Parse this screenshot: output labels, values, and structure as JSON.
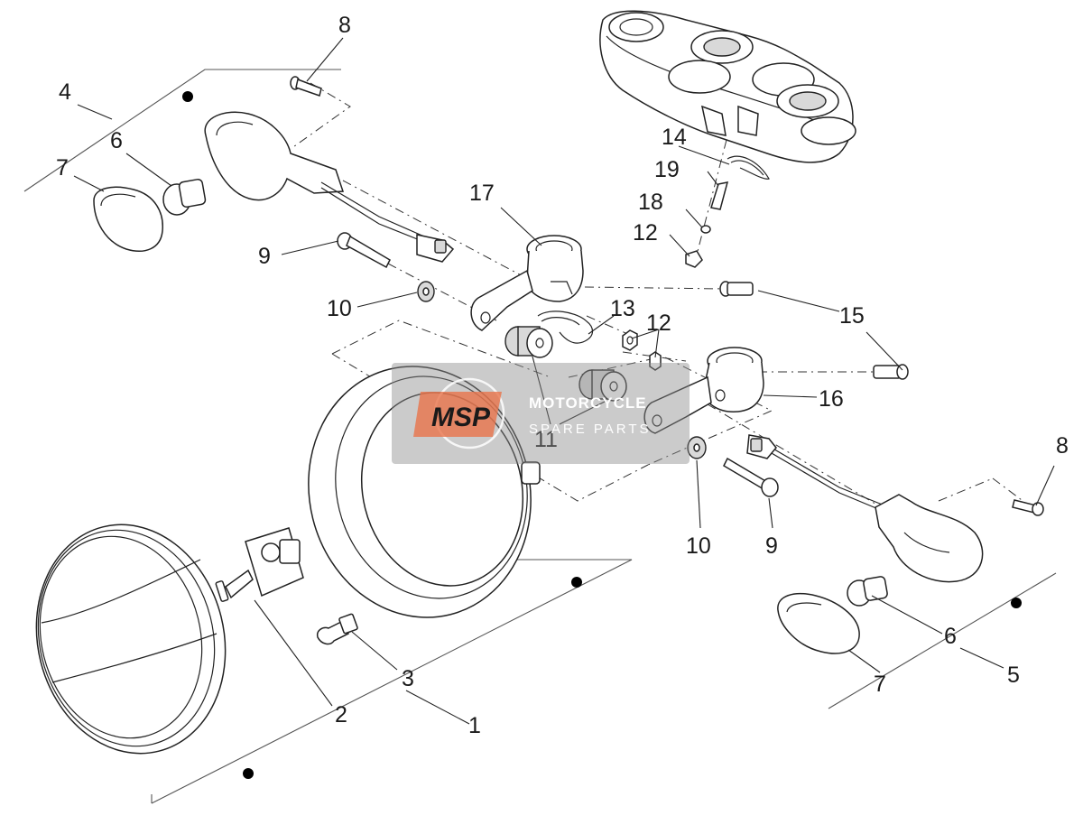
{
  "watermark": {
    "logo_text": "MSP",
    "line1": "MOTORCYCLE",
    "line2": "SPARE PARTS"
  },
  "callouts": {
    "c1": "1",
    "c2": "2",
    "c3": "3",
    "c4": "4",
    "c5": "5",
    "c6a": "6",
    "c6b": "6",
    "c7a": "7",
    "c7b": "7",
    "c8a": "8",
    "c8b": "8",
    "c9a": "9",
    "c9b": "9",
    "c10a": "10",
    "c10b": "10",
    "c11": "11",
    "c12a": "12",
    "c12b": "12",
    "c13": "13",
    "c14": "14",
    "c15": "15",
    "c16": "16",
    "c17": "17",
    "c18": "18",
    "c19": "19"
  }
}
